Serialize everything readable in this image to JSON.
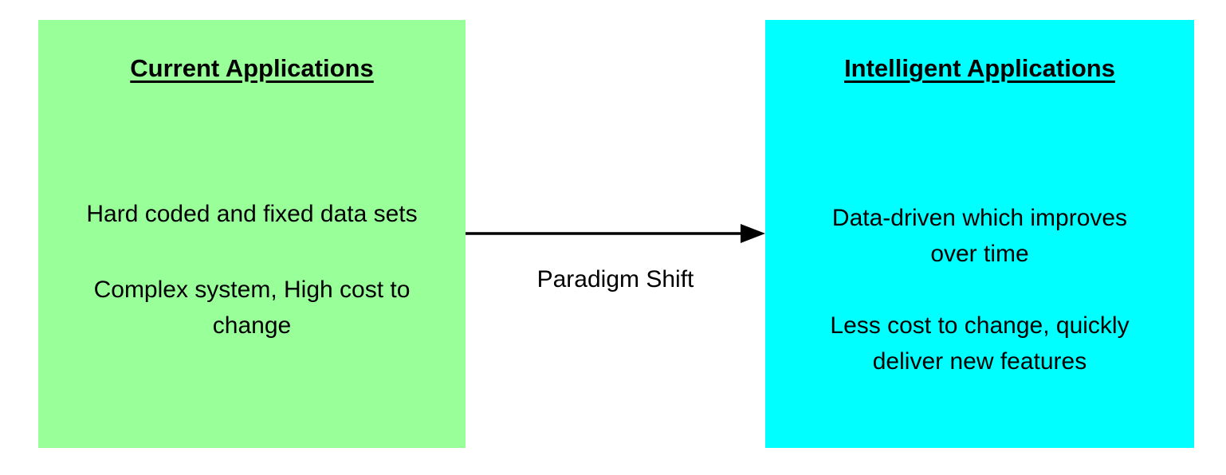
{
  "diagram": {
    "left_box": {
      "title": "Current Applications",
      "bg_color": "#99FF99",
      "paragraphs": [
        "Hard coded and fixed data sets",
        "Complex system, High cost to\nchange"
      ]
    },
    "right_box": {
      "title": "Intelligent Applications",
      "bg_color": "#00FFFF",
      "paragraphs": [
        "Data-driven which improves\nover time",
        "Less cost to change, quickly\ndeliver new features"
      ]
    },
    "arrow": {
      "label": "Paradigm Shift",
      "color": "#000000",
      "direction": "left-to-right"
    },
    "text_color": "#000000",
    "background_color": "#FFFFFF"
  }
}
